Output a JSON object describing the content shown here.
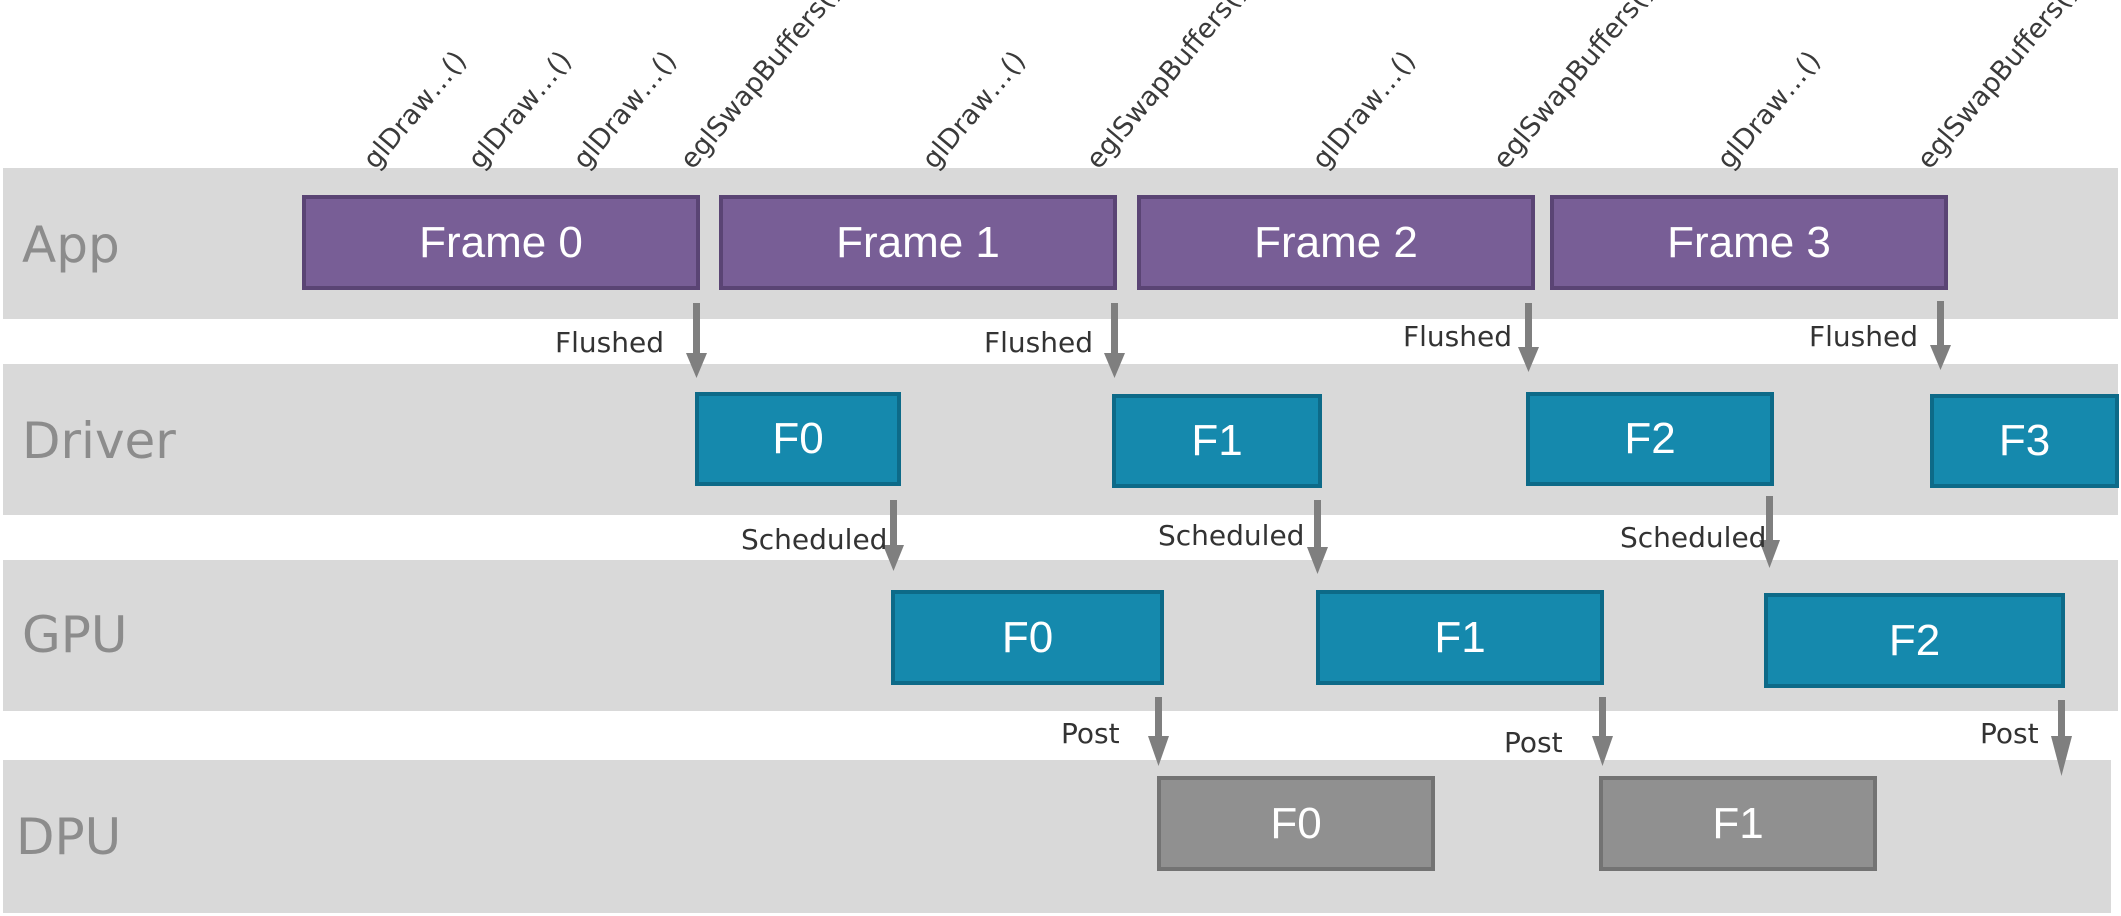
{
  "lanes": {
    "app": "App",
    "driver": "Driver",
    "gpu": "GPU",
    "dpu": "DPU"
  },
  "calls": [
    "glDraw…()",
    "glDraw…()",
    "glDraw…()",
    "eglSwapBuffers()",
    "glDraw…()",
    "eglSwapBuffers()",
    "glDraw…()",
    "eglSwapBuffers()",
    "glDraw…()",
    "eglSwapBuffers()"
  ],
  "app_frames": [
    "Frame 0",
    "Frame 1",
    "Frame 2",
    "Frame 3"
  ],
  "driver_frames": [
    "F0",
    "F1",
    "F2",
    "F3"
  ],
  "gpu_frames": [
    "F0",
    "F1",
    "F2"
  ],
  "dpu_frames": [
    "F0",
    "F1"
  ],
  "arrows": {
    "flushed": [
      "Flushed",
      "Flushed",
      "Flushed",
      "Flushed"
    ],
    "scheduled": [
      "Scheduled",
      "Scheduled",
      "Scheduled"
    ],
    "post": [
      "Post",
      "Post",
      "Post"
    ]
  },
  "colors": {
    "app": "#785e96",
    "driver_gpu": "#1589ad",
    "dpu": "#909090",
    "arrow": "#7f7f7f",
    "lane": "#d9d9d9"
  }
}
